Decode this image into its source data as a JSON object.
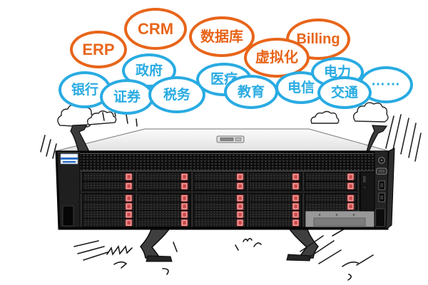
{
  "colors": {
    "orange": "#e8651a",
    "blue": "#29abe2",
    "latch_red": "#f19392",
    "server_body": "#141414",
    "top_face": "#efefef",
    "limb_gray": "#3f3f3f"
  },
  "bubbles": [
    {
      "id": "erp",
      "label": "ERP",
      "color": "orange"
    },
    {
      "id": "crm",
      "label": "CRM",
      "color": "orange"
    },
    {
      "id": "database",
      "label": "数据库",
      "color": "orange"
    },
    {
      "id": "billing",
      "label": "Billing",
      "color": "orange"
    },
    {
      "id": "virtualization",
      "label": "虚拟化",
      "color": "orange"
    },
    {
      "id": "government",
      "label": "政府",
      "color": "blue"
    },
    {
      "id": "bank",
      "label": "银行",
      "color": "blue"
    },
    {
      "id": "securities",
      "label": "证券",
      "color": "blue"
    },
    {
      "id": "taxation",
      "label": "税务",
      "color": "blue"
    },
    {
      "id": "healthcare",
      "label": "医疗",
      "color": "blue"
    },
    {
      "id": "education",
      "label": "教育",
      "color": "blue"
    },
    {
      "id": "telecom",
      "label": "电信",
      "color": "blue"
    },
    {
      "id": "electric-power",
      "label": "电力",
      "color": "blue"
    },
    {
      "id": "ellipsis",
      "label": "……",
      "color": "blue"
    },
    {
      "id": "transportation",
      "label": "交通",
      "color": "blue"
    }
  ],
  "server": {
    "drive_columns": 5,
    "drive_rows": 6
  }
}
